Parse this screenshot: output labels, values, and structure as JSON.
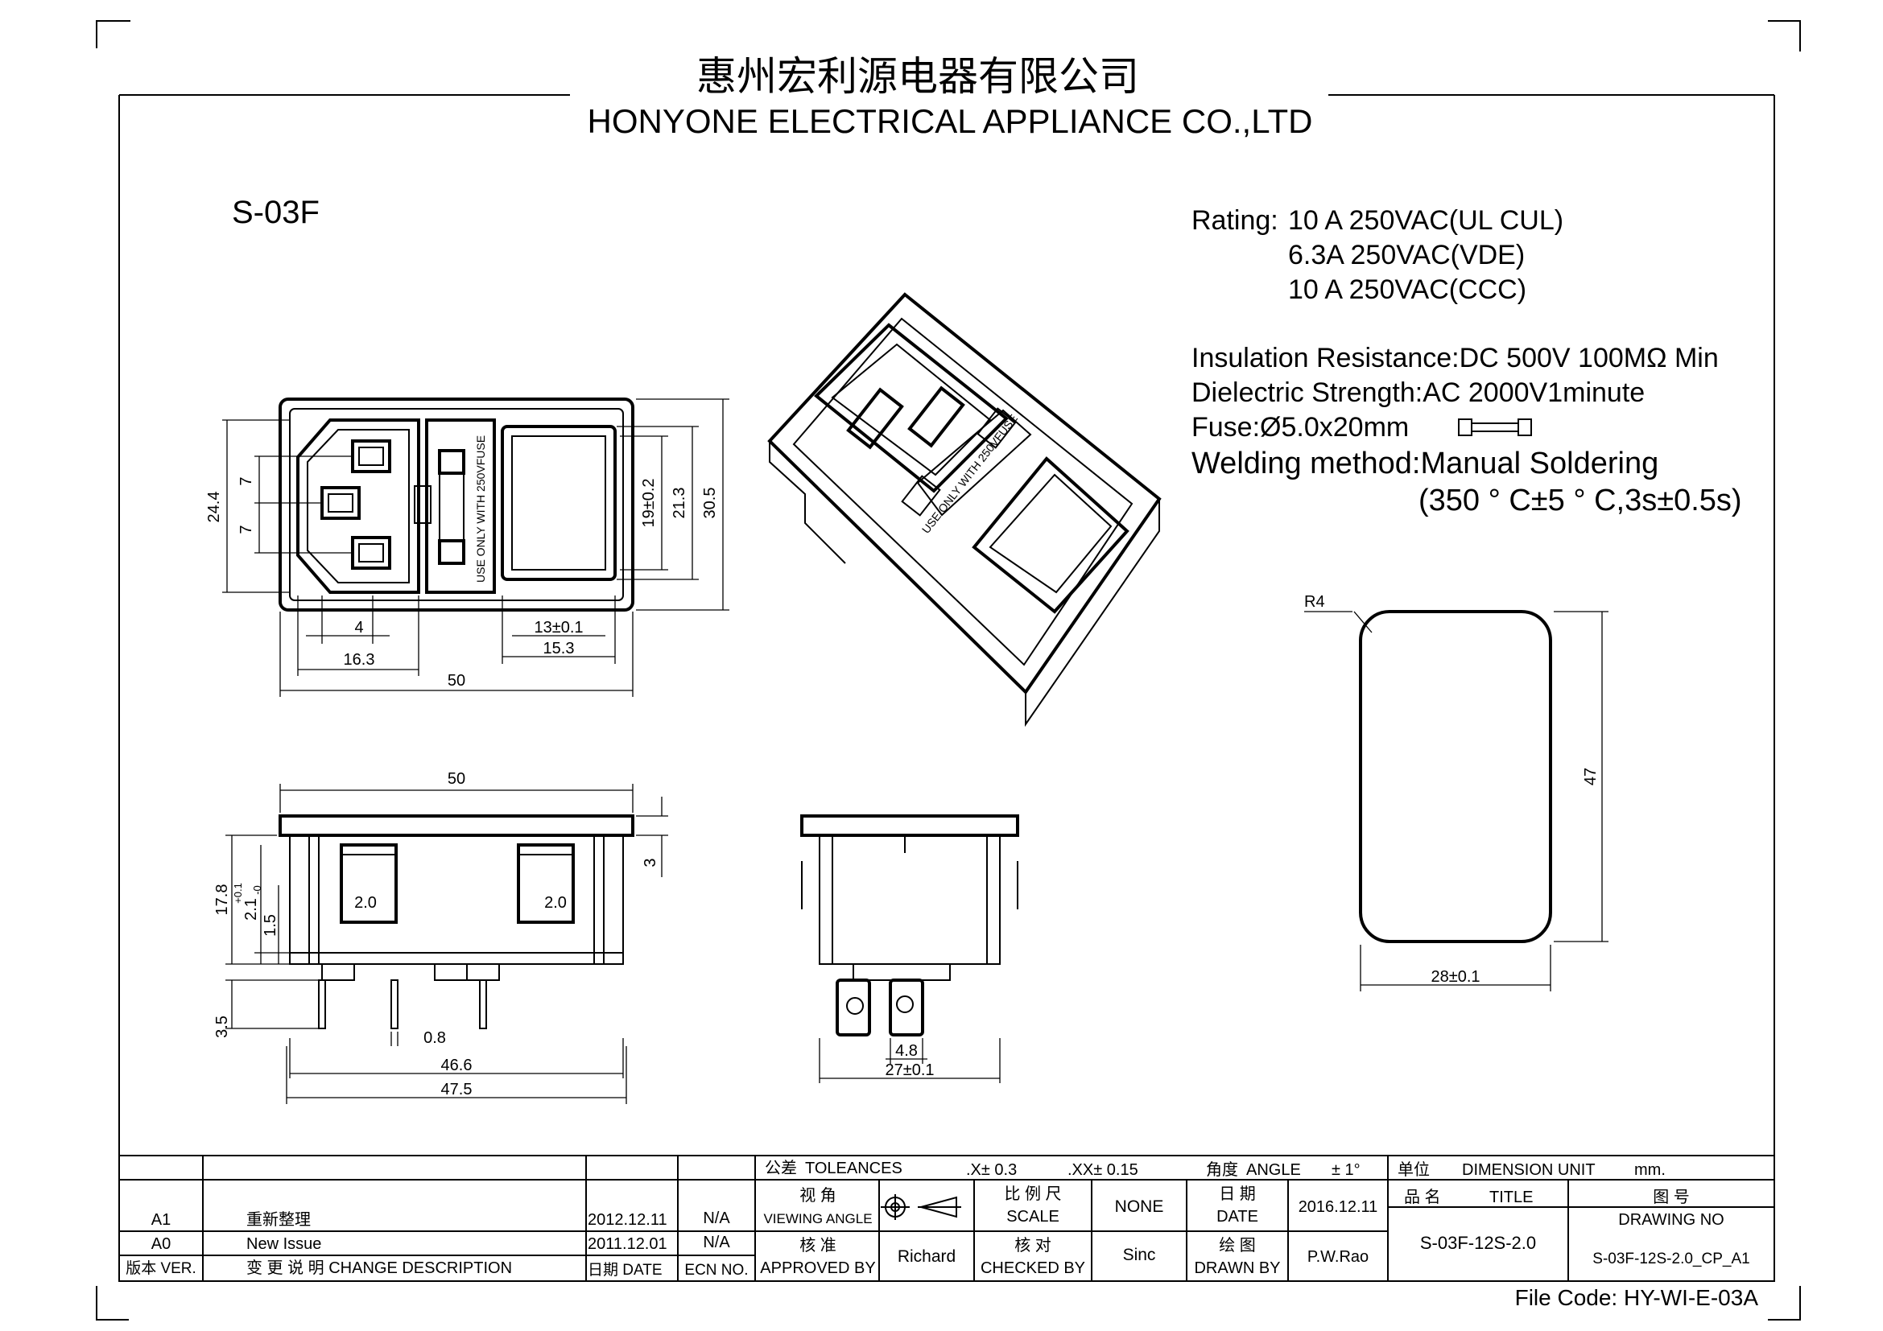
{
  "header": {
    "company_cn": "惠州宏利源电器有限公司",
    "company_en": "HONYONE  ELECTRICAL  APPLIANCE  CO.,LTD"
  },
  "model": "S-03F",
  "specs": {
    "rating_label": "Rating:",
    "rating_lines": [
      "10 A 250VAC(UL CUL)",
      "6.3A 250VAC(VDE)",
      "10 A 250VAC(CCC)"
    ],
    "insulation": "Insulation Resistance:DC 500V 100MΩ  Min",
    "dielectric": "Dielectric Strength:AC 2000V1minute",
    "fuse": "Fuse:Ø5.0x20mm",
    "welding": "Welding method:Manual Soldering",
    "welding_detail": "(350 ° C±5 ° C,3s±0.5s)"
  },
  "fuse_label": "USE ONLY WITH 250VFUSE",
  "front_view": {
    "d_24_4": "24.4",
    "d_7a": "7",
    "d_7b": "7",
    "d_4": "4",
    "d_16_3": "16.3",
    "d_50": "50",
    "d_13": "13±0.1",
    "d_15_3": "15.3",
    "d_19": "19±0.2",
    "d_21_3": "21.3",
    "d_30_5": "30.5"
  },
  "side_view": {
    "d_50": "50",
    "d_3": "3",
    "d_17_8": "17.8",
    "d_2_1": "2.1",
    "d_2_1_tol_plus": "+0.1",
    "d_2_1_tol_minus": "-0",
    "d_1_5": "1.5",
    "d_3_5": "3.5",
    "d_0_8": "0.8",
    "d_46_6": "46.6",
    "d_47_5": "47.5",
    "pin_a": "2.0",
    "pin_b": "2.0"
  },
  "end_view": {
    "d_4_8": "4.8",
    "d_27": "27±0.1"
  },
  "cutout": {
    "r4": "R4",
    "d_47": "47",
    "d_28": "28±0.1"
  },
  "title_block": {
    "tolerances_cn": "公差",
    "tolerances_en": "TOLEANCES",
    "tol_x": ".X± 0.3",
    "tol_xx": ".XX± 0.15",
    "angle_cn": "角度",
    "angle_en": "ANGLE",
    "angle_val": "± 1°",
    "unit_cn": "单位",
    "unit_en": "DIMENSION UNIT",
    "unit_val": "mm.",
    "viewing_cn": "视 角",
    "viewing_en": "VIEWING ANGLE",
    "scale_cn": "比 例 尺",
    "scale_en": "SCALE",
    "scale_val": "NONE",
    "date_cn": "日 期",
    "date_en": "DATE",
    "date_val": "2016.12.11",
    "title_cn": "品 名",
    "title_en": "TITLE",
    "drawing_no_cn": "图 号",
    "drawing_no_en": "DRAWING NO",
    "approved_cn": "核 准",
    "approved_en": "APPROVED BY",
    "approved_val": "Richard",
    "checked_cn": "核 对",
    "checked_en": "CHECKED BY",
    "checked_val": "Sinc",
    "drawn_cn": "绘 图",
    "drawn_en": "DRAWN BY",
    "drawn_val": "P.W.Rao",
    "title_val": "S-03F-12S-2.0",
    "drawing_no_val": "S-03F-12S-2.0_CP_A1",
    "revisions": [
      {
        "ver": "A1",
        "desc": "重新整理",
        "date": "2012.12.11",
        "ecn": "N/A"
      },
      {
        "ver": "A0",
        "desc": "New Issue",
        "date": "2011.12.01",
        "ecn": "N/A"
      }
    ],
    "hdr_ver": "版本 VER.",
    "hdr_desc": "变 更 说 明  CHANGE DESCRIPTION",
    "hdr_date": "日期 DATE",
    "hdr_ecn": "ECN NO."
  },
  "file_code": "File Code: HY-WI-E-03A"
}
